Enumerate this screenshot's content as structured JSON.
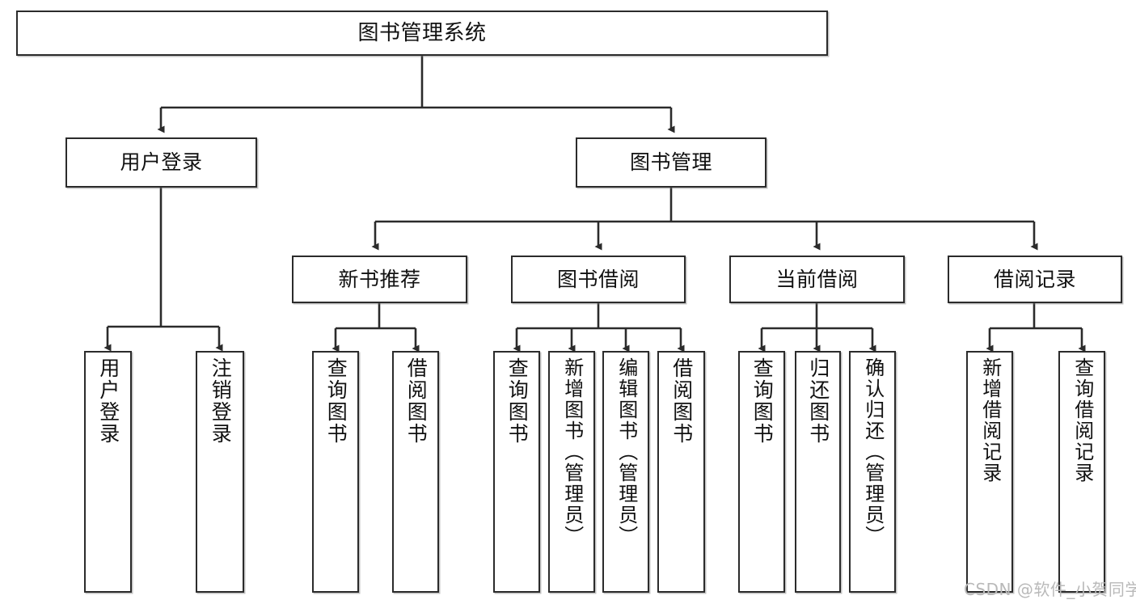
{
  "diagram": {
    "title": "图书管理系统",
    "type": "tree-hierarchy",
    "root": {
      "label": "图书管理系统"
    },
    "level2": [
      {
        "label": "用户登录"
      },
      {
        "label": "图书管理"
      }
    ],
    "level3": [
      {
        "label": "新书推荐"
      },
      {
        "label": "图书借阅"
      },
      {
        "label": "当前借阅"
      },
      {
        "label": "借阅记录"
      }
    ],
    "leaves": {
      "user_login": [
        {
          "label": "用户登录"
        },
        {
          "label": "注销登录"
        }
      ],
      "new_book_recommend": [
        {
          "label": "查询图书"
        },
        {
          "label": "借阅图书"
        }
      ],
      "book_borrow": [
        {
          "label": "查询图书"
        },
        {
          "label": "新增图书（管理员）"
        },
        {
          "label": "编辑图书（管理员）"
        },
        {
          "label": "借阅图书"
        }
      ],
      "current_borrow": [
        {
          "label": "查询图书"
        },
        {
          "label": "归还图书"
        },
        {
          "label": "确认归还（管理员）"
        }
      ],
      "borrow_record": [
        {
          "label": "新增借阅记录"
        },
        {
          "label": "查询借阅记录"
        }
      ]
    }
  },
  "watermark": {
    "text": "CSDN @软件_小贺同学"
  },
  "colors": {
    "box_border": "#2b2b2b",
    "box_fill": "#ffffff",
    "connector": "#2b2b2b",
    "text": "#111111",
    "watermark": "#b9b9b9"
  }
}
